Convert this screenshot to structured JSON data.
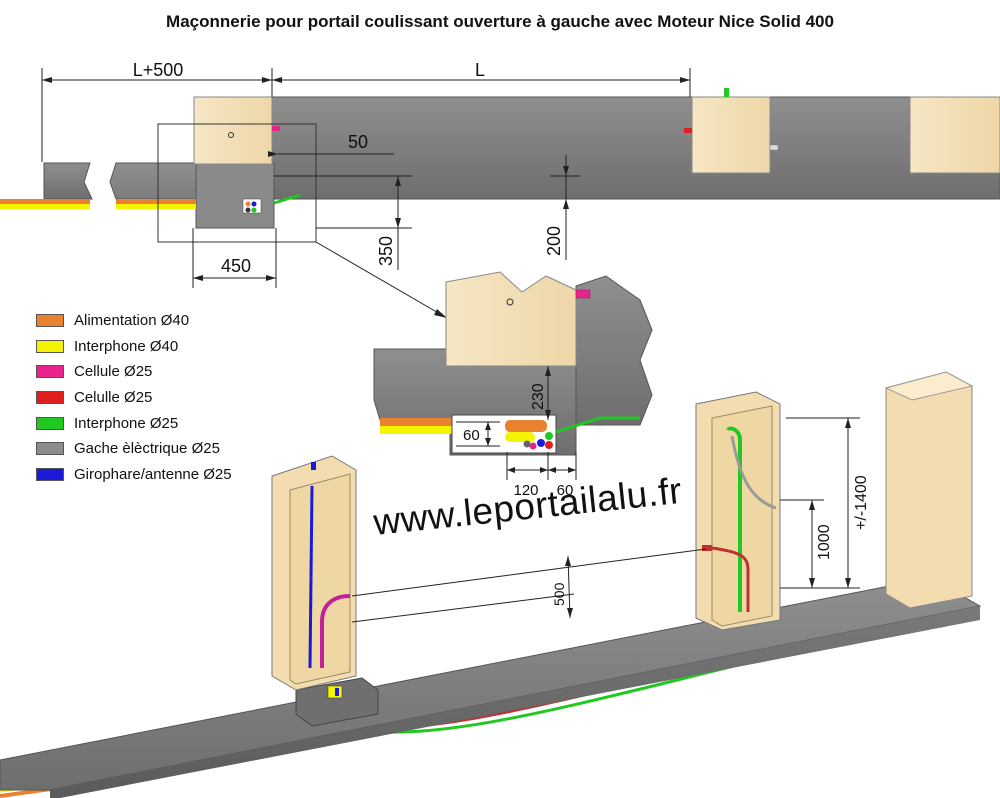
{
  "title": "Maçonnerie pour portail coulissant ouverture à gauche avec Moteur Nice Solid 400",
  "dimensions": {
    "l_plus_500": "L+500",
    "l": "L",
    "d50": "50",
    "d350": "350",
    "d200": "200",
    "d450": "450",
    "d230": "230",
    "d60_vertical": "60",
    "d120": "120",
    "d60_horizontal": "60",
    "d500": "500",
    "d1000": "1000",
    "d1400": "+/-1400"
  },
  "legend": [
    {
      "label": "Alimentation Ø40",
      "color": "#e8822f"
    },
    {
      "label": "Interphone Ø40",
      "color": "#f4f400"
    },
    {
      "label": "Cellule Ø25",
      "color": "#e8248a"
    },
    {
      "label": "Celulle Ø25",
      "color": "#e02020"
    },
    {
      "label": "Interphone Ø25",
      "color": "#22c822"
    },
    {
      "label": "Gache èlèctrique Ø25",
      "color": "#8c8c8c"
    },
    {
      "label": "Girophare/antenne Ø25",
      "color": "#1a1ad8"
    }
  ],
  "website": "www.leportailalu.fr"
}
